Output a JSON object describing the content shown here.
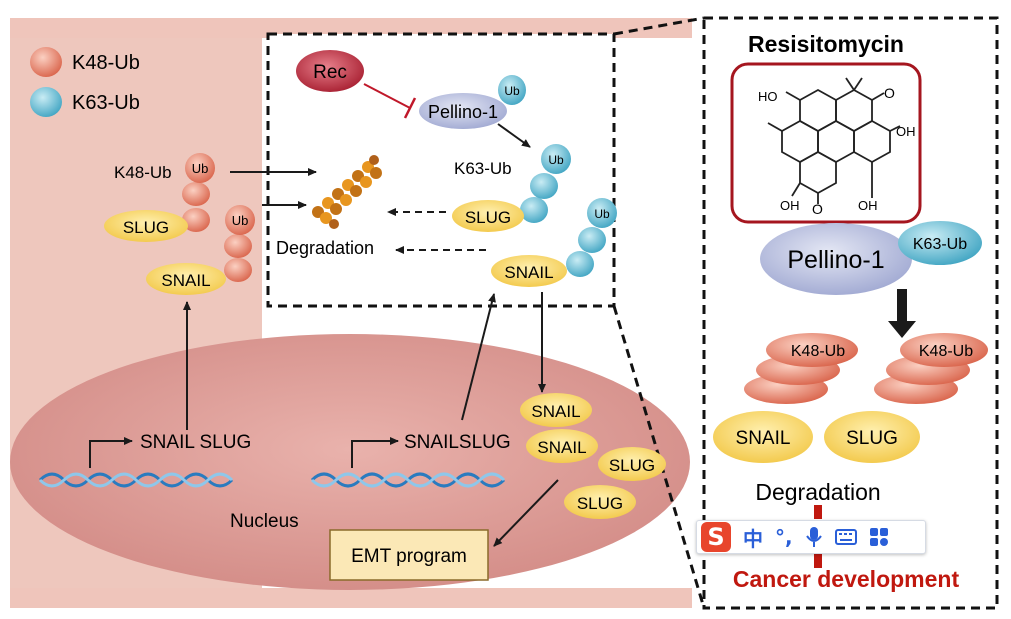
{
  "legend": {
    "k48": "K48-Ub",
    "k63": "K63-Ub"
  },
  "box": {
    "rec": "Rec",
    "pellino": "Pellino-1",
    "ub": "Ub",
    "k63_label": "K63-Ub",
    "k48_label": "K48-Ub",
    "slug": "SLUG",
    "snail": "SNAIL",
    "degradation": "Degradation"
  },
  "nucleus": {
    "label": "Nucleus",
    "gene_left": "SNAIL SLUG",
    "gene_right": "SNAILSLUG",
    "snail": "SNAIL",
    "slug": "SLUG",
    "emt": "EMT program"
  },
  "right_panel": {
    "title": "Resisitomycin",
    "oh": "OH",
    "ho": "HO",
    "o": "O",
    "pellino": "Pellino-1",
    "k63": "K63-Ub",
    "k48": "K48-Ub",
    "snail": "SNAIL",
    "slug": "SLUG",
    "degradation": "Degradation",
    "cancer": "Cancer development"
  },
  "ime": {
    "logo": "S",
    "zh": "中",
    "punct": "°,",
    "mic": "mic-icon",
    "keyboard": "keyboard-icon",
    "apps": "apps-icon"
  },
  "colors": {
    "k48": "#e07a62",
    "k63": "#6cc0d6",
    "cell": "#f2d0c8",
    "nucleus": "#d98f8c",
    "gene": "#f3d365",
    "cancer": "#c0180f",
    "rec": "#b5243a",
    "pellino": "#b8bedc"
  }
}
